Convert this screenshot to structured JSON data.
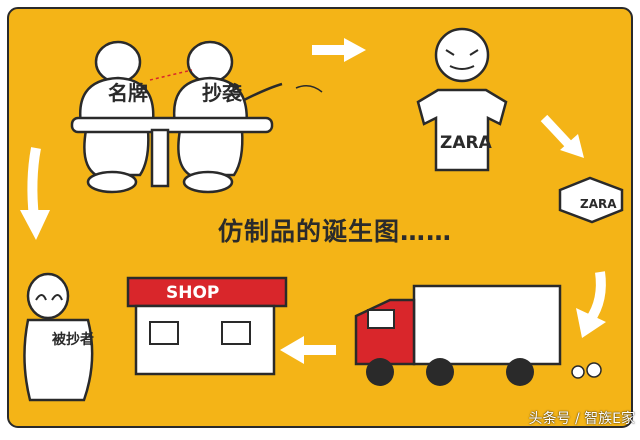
{
  "colors": {
    "background": "#f4b417",
    "border": "#ffffff",
    "outline": "#2a2a2a",
    "truck_red": "#d9262b",
    "shop_roof": "#d9262b",
    "white": "#ffffff"
  },
  "caption": "仿制品的诞生图……",
  "figures": {
    "brand_label": "名牌",
    "copier_label": "抄袭",
    "victim_label": "被抄者",
    "garment_label": "ZARA",
    "package_label": "ZARA",
    "shop_sign": "SHOP"
  },
  "icons": [
    "arrow-right-icon",
    "arrow-down-icon",
    "arrow-left-icon",
    "arrow-curved-icon",
    "truck-icon",
    "shop-icon",
    "person-icon",
    "shirt-icon",
    "package-icon"
  ],
  "watermark": "头条号 / 智族E家"
}
